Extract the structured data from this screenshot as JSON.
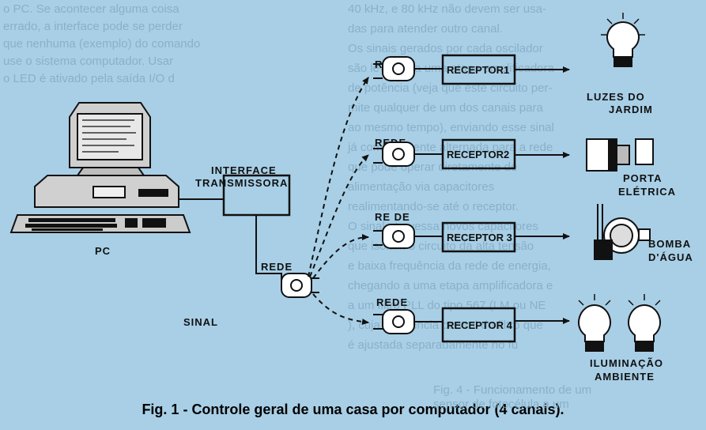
{
  "figure": {
    "caption": "Fig. 1 - Controle geral de uma casa por computador (4 canais).",
    "pc_label": "PC",
    "interface_label": [
      "INTERFACE",
      "TRANSMISSORA"
    ],
    "rede_label": "REDE",
    "sinal_label": "SINAL",
    "channels": [
      {
        "rede": "REDE",
        "receptor": "RECEPTOR1",
        "device": [
          "LUZES DO",
          "JARDIM"
        ]
      },
      {
        "rede": "REDE",
        "receptor": "RECEPTOR2",
        "device": [
          "PORTA",
          "ELÉTRICA"
        ]
      },
      {
        "rede": "RE DE",
        "receptor": "RECEPTOR 3",
        "device": [
          "BOMBA",
          "D'ÁGUA"
        ]
      },
      {
        "rede": "REDE",
        "receptor": "RECEPTOR 4",
        "device": [
          "ILUMINAÇÃO",
          "AMBIENTE"
        ]
      }
    ]
  },
  "background_text": {
    "left_column": [
      "o PC. Se acontecer alguma coisa",
      "errado, a interface pode se perder",
      "que nenhuma (exemplo) do comando",
      "use o sistema computador. Usar",
      "o LED é ativado pela saída I/O d"
    ],
    "right_column": [
      "40 kHz, e 80 kHz não devem ser usa-",
      "das para atender outro canal.",
      "Os sinais gerados por cada oscilador",
      "são levados a uma etapa amplificadora",
      "de potência (veja que este circuito per-",
      "mite qualquer de um dos canais para",
      "ao mesmo tempo), enviando esse sinal",
      "já como corrente alternada para a rede",
      "que pode operar diretamente de",
      "alimentação via capacitores",
      "realimentando-se até o receptor.",
      "O sinal atravessa novos capacitores",
      "que isolam o circuito da alta tensão",
      "e baixa frequência da rede de energia,",
      "chegando a uma etapa amplificadora e",
      "a um filtro PLL do tipo 567 (LM ou NE",
      "), cuja frequência central do filtro que",
      "é ajustada separadamente no fu"
    ],
    "bottom_left": [
      "Fig. 4 - Funcionamento de um",
      "sensor de fotocélula a um"
    ]
  }
}
